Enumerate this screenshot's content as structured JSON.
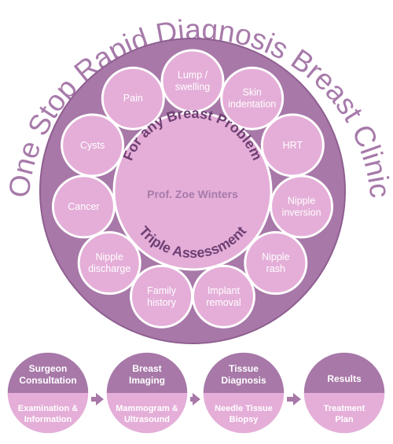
{
  "title": "One Stop Rapid Diagnosis Breast Clinic",
  "center": {
    "top_text": "For any Breast Problem",
    "name": "Prof. Zoe Winters",
    "bottom_text": "Triple Assessment"
  },
  "problems": [
    {
      "lines": [
        "Lump /",
        "swelling"
      ]
    },
    {
      "lines": [
        "Skin",
        "indentation"
      ]
    },
    {
      "lines": [
        "HRT"
      ]
    },
    {
      "lines": [
        "Nipple",
        "inversion"
      ]
    },
    {
      "lines": [
        "Nipple",
        "rash"
      ]
    },
    {
      "lines": [
        "Implant",
        "removal"
      ]
    },
    {
      "lines": [
        "Family",
        "history"
      ]
    },
    {
      "lines": [
        "Nipple",
        "discharge"
      ]
    },
    {
      "lines": [
        "Cancer"
      ]
    },
    {
      "lines": [
        "Cysts"
      ]
    },
    {
      "lines": [
        "Pain"
      ]
    }
  ],
  "steps": [
    {
      "top": [
        "Surgeon",
        "Consultation"
      ],
      "bottom": [
        "Examination &",
        "Information"
      ]
    },
    {
      "top": [
        "Breast",
        "Imaging"
      ],
      "bottom": [
        "Mammogram &",
        "Ultrasound"
      ]
    },
    {
      "top": [
        "Tissue",
        "Diagnosis"
      ],
      "bottom": [
        "Needle Tissue",
        "Biopsy"
      ]
    },
    {
      "top": [
        "Results"
      ],
      "bottom": [
        "Treatment",
        "Plan"
      ]
    }
  ],
  "colors": {
    "title": "#a77aaa",
    "outer_ring": "#a778a8",
    "outer_border": "#8e5f90",
    "connector": "#ffffff",
    "bubble_fill": "#e4aed8",
    "bubble_stroke": "#ffffff",
    "center_fill": "#e4aed8",
    "center_text": "#6e3f72",
    "center_name": "#a77aaa",
    "step_top": "#a778a8",
    "step_bottom": "#e4aed8",
    "arrow": "#a778a8"
  }
}
